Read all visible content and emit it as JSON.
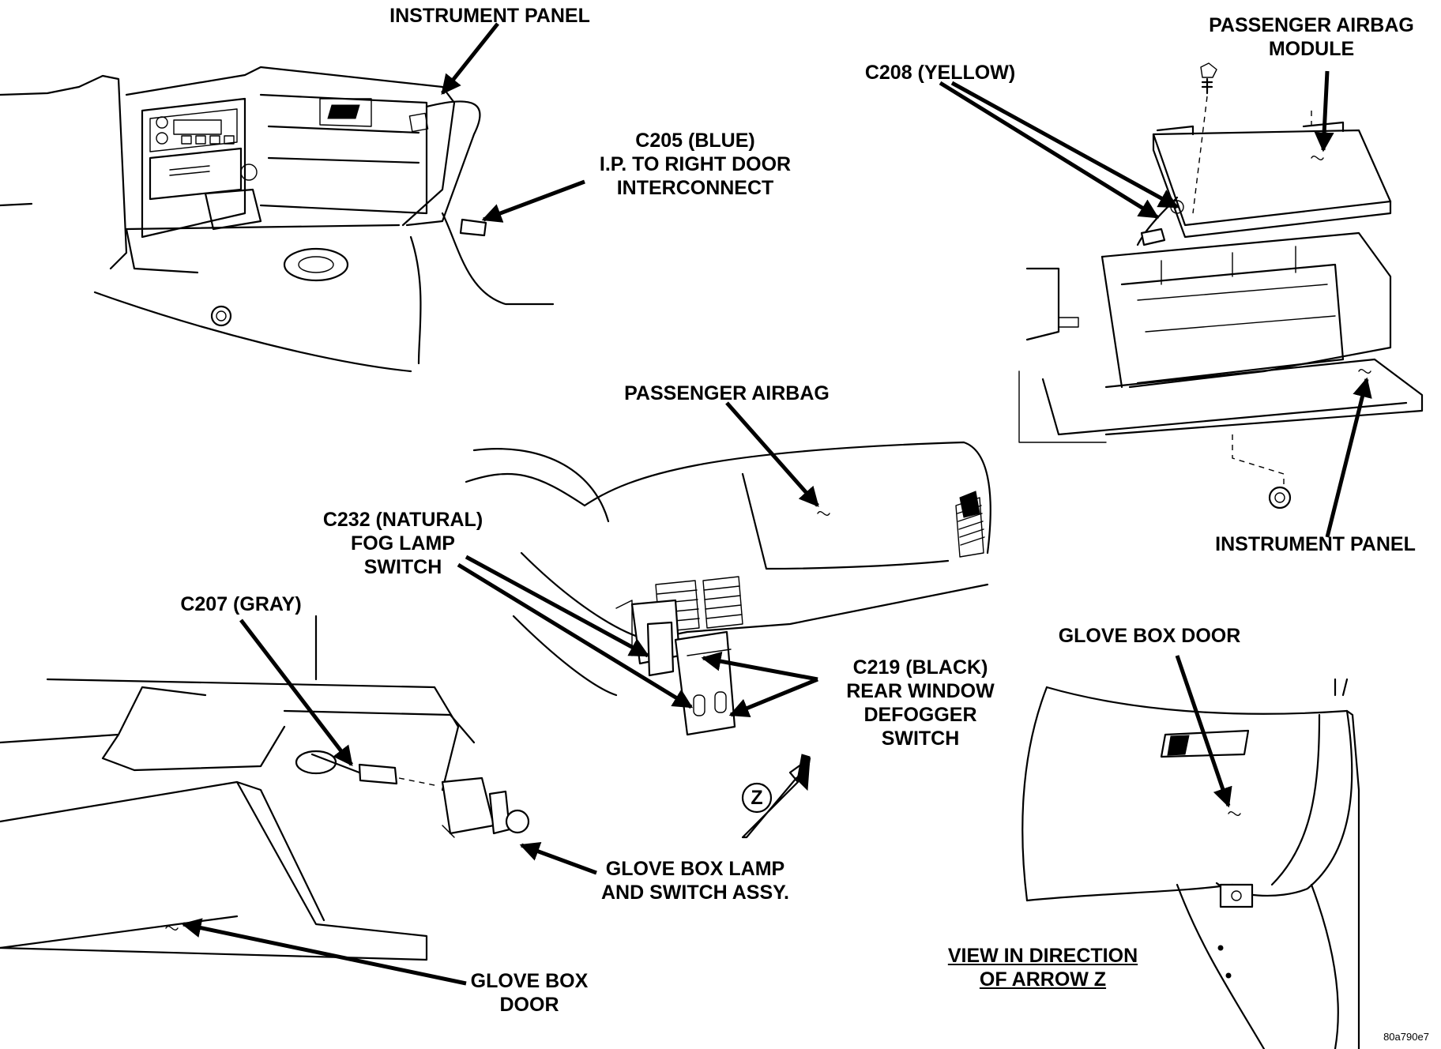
{
  "labels": {
    "instrument_panel_top": [
      "INSTRUMENT PANEL"
    ],
    "c205": [
      "C205 (BLUE)",
      "I.P. TO RIGHT DOOR",
      "INTERCONNECT"
    ],
    "c208": [
      "C208 (YELLOW)"
    ],
    "passenger_airbag_module": [
      "PASSENGER AIRBAG",
      "MODULE"
    ],
    "instrument_panel_right": [
      "INSTRUMENT PANEL"
    ],
    "passenger_airbag": [
      "PASSENGER AIRBAG"
    ],
    "c232": [
      "C232 (NATURAL)",
      "FOG LAMP",
      "SWITCH"
    ],
    "c207": [
      "C207 (GRAY)"
    ],
    "c219": [
      "C219 (BLACK)",
      "REAR WINDOW",
      "DEFOGGER",
      "SWITCH"
    ],
    "glove_box_lamp": [
      "GLOVE BOX LAMP",
      "AND SWITCH ASSY."
    ],
    "glove_box_door_left": [
      "GLOVE BOX",
      "DOOR"
    ],
    "glove_box_door_right": [
      "GLOVE BOX DOOR"
    ],
    "view_direction": [
      "VIEW IN DIRECTION",
      "OF ARROW Z"
    ],
    "arrow_z": "Z",
    "figure_ref": "80a790e7"
  }
}
